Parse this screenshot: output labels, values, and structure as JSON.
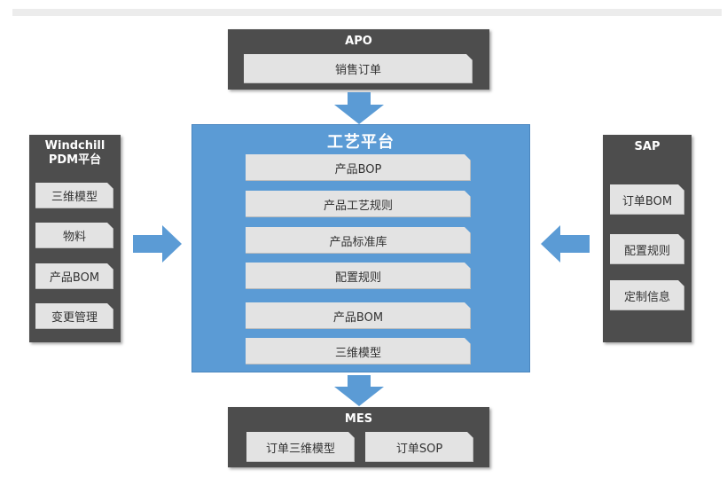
{
  "apo": {
    "title": "APO",
    "items": [
      "销售订单"
    ]
  },
  "windchill": {
    "title_line1": "Windchill",
    "title_line2": "PDM平台",
    "items": [
      "三维模型",
      "物料",
      "产品BOM",
      "变更管理"
    ]
  },
  "platform": {
    "title": "工艺平台",
    "items": [
      "产品BOP",
      "产品工艺规则",
      "产品标准库",
      "配置规则",
      "产品BOM",
      "三维模型"
    ]
  },
  "sap": {
    "title": "SAP",
    "items": [
      "订单BOM",
      "配置规则",
      "定制信息"
    ]
  },
  "mes": {
    "title": "MES",
    "items": [
      "订单三维模型",
      "订单SOP"
    ]
  },
  "colors": {
    "panel": "#4d4d4d",
    "tag": "#e3e3e3",
    "platform": "#5b9bd5",
    "arrow": "#5b9bd5"
  }
}
